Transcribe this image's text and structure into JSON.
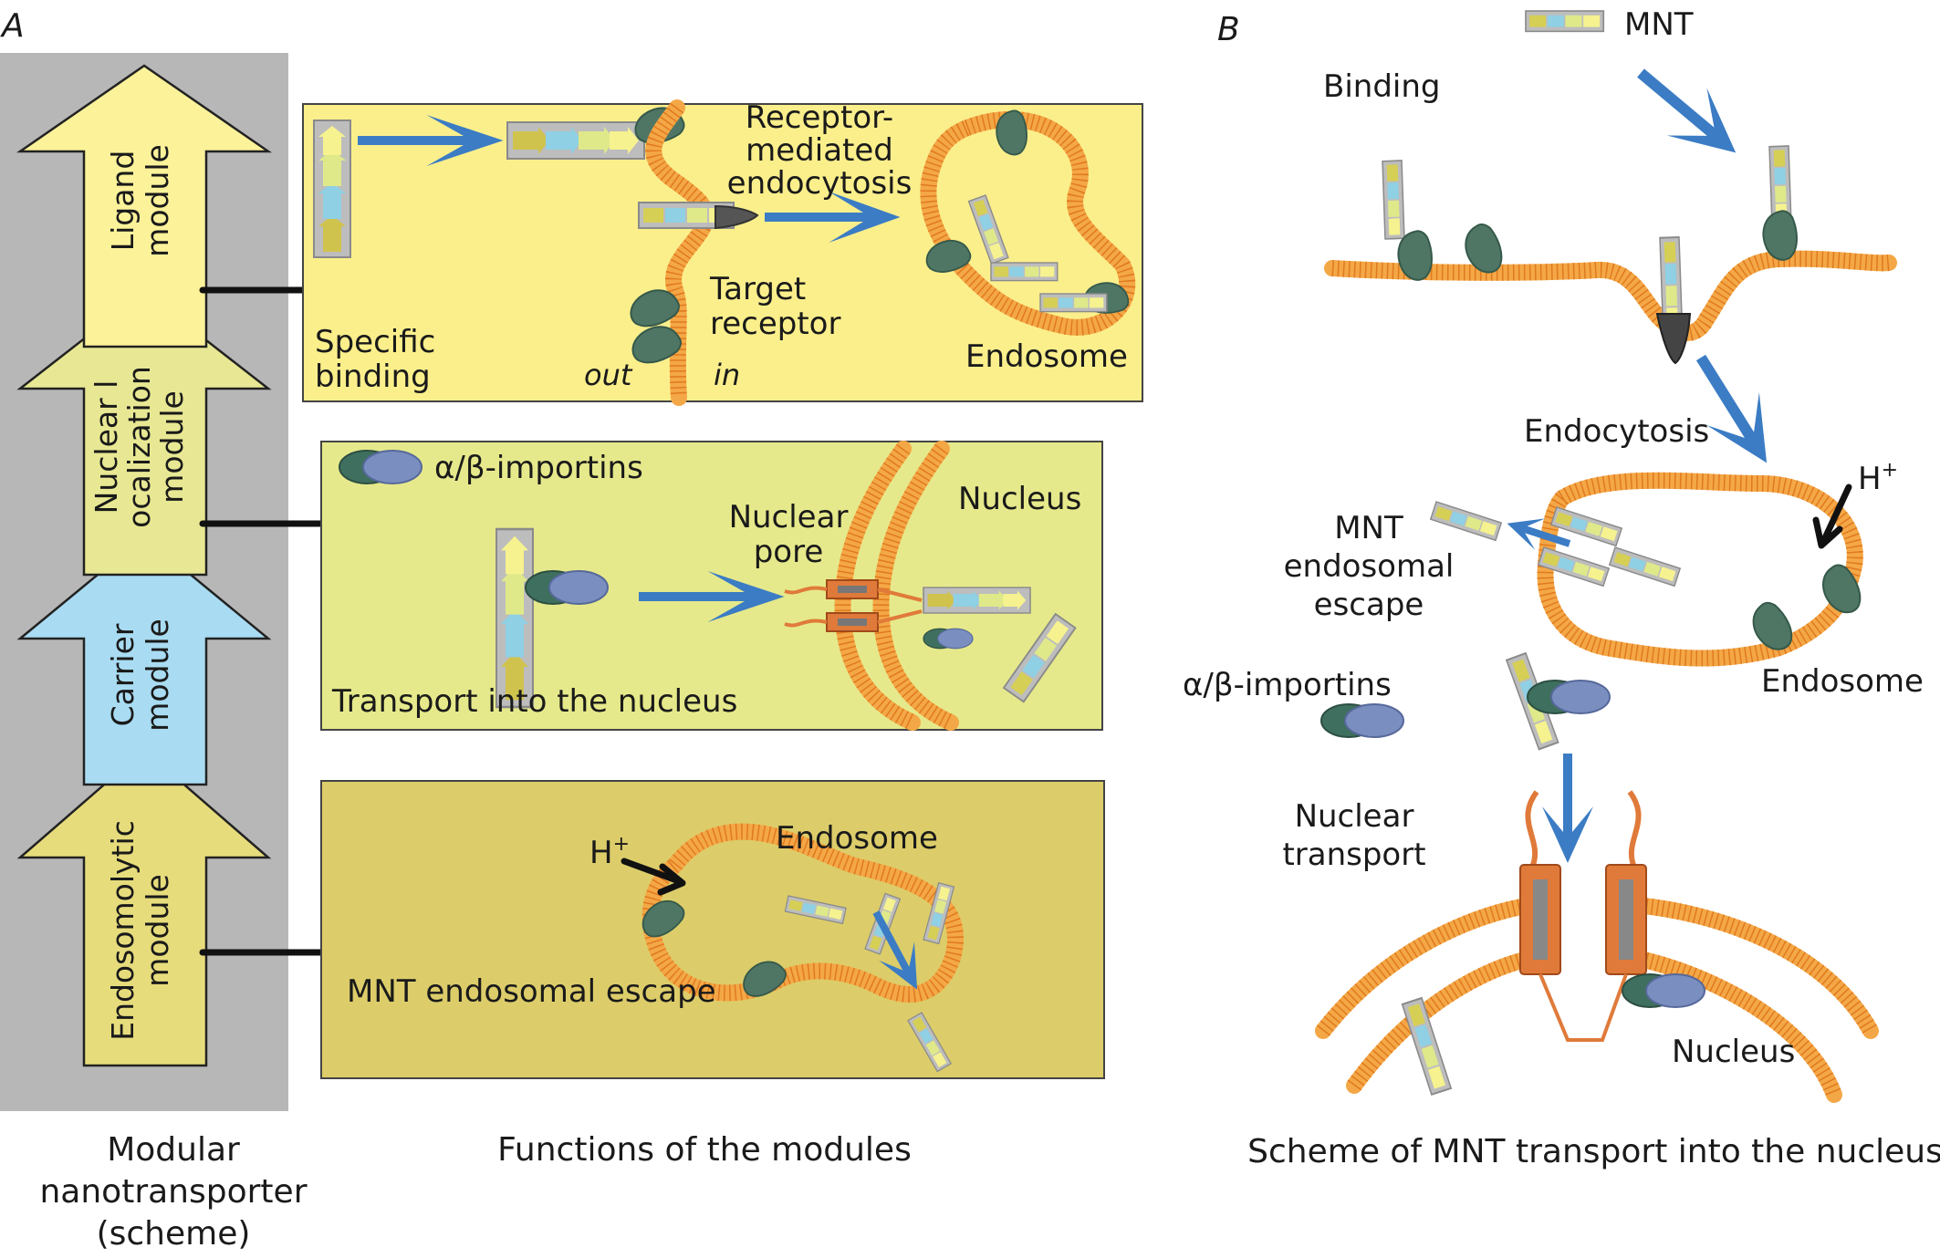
{
  "panel_a": {
    "letter": "A",
    "modules": [
      {
        "line1": "Ligand",
        "line2": "module",
        "line3": "",
        "color": "#fbf29a"
      },
      {
        "line1": "Nuclear l",
        "line2": "ocalization",
        "line3": "module",
        "color": "#e8e894"
      },
      {
        "line1": "Carrier",
        "line2": "module",
        "line3": "",
        "color": "#a9dcf2"
      },
      {
        "line1": "Endosomolytic",
        "line2": "module",
        "line3": "",
        "color": "#e7dc7c"
      }
    ],
    "column_caption": [
      "Modular",
      "nanotransporter",
      "(scheme)"
    ],
    "functions_caption": "Functions of the modules",
    "box1": {
      "color": "#fbef8c",
      "specific_binding": [
        "Specific",
        "binding"
      ],
      "rme": [
        "Receptor-",
        "mediated",
        "endocytosis"
      ],
      "target_receptor": [
        "Target",
        "receptor"
      ],
      "out": "out",
      "in": "in",
      "endosome": "Endosome"
    },
    "box2": {
      "color": "#e6e98b",
      "importins": "α/β-importins",
      "nuclear_pore": [
        "Nuclear",
        "pore"
      ],
      "nucleus": "Nucleus",
      "transport": "Transport into the nucleus"
    },
    "box3": {
      "color": "#dccd6a",
      "endosome": "Endosome",
      "h_plus": "H",
      "h_sup": "+",
      "escape": "MNT endosomal escape"
    }
  },
  "panel_b": {
    "letter": "B",
    "mnt": "MNT",
    "binding": "Binding",
    "endocytosis": "Endocytosis",
    "h_plus": "H",
    "h_sup": "+",
    "escape": [
      "MNT",
      "endosomal",
      "escape"
    ],
    "endosome": "Endosome",
    "importins": "α/β-importins",
    "nuclear_transport": [
      "Nuclear",
      "transport"
    ],
    "nucleus": "Nucleus",
    "caption": "Scheme of MNT transport into the nucleus"
  },
  "colors": {
    "membrane": "#f4a746",
    "receptor": "#4f7565",
    "importin_alpha": "#3f6f5e",
    "importin_beta": "#7a8fbf",
    "blue_arrow": "#3b7cc4",
    "column_bg": "#b7b7b7"
  }
}
